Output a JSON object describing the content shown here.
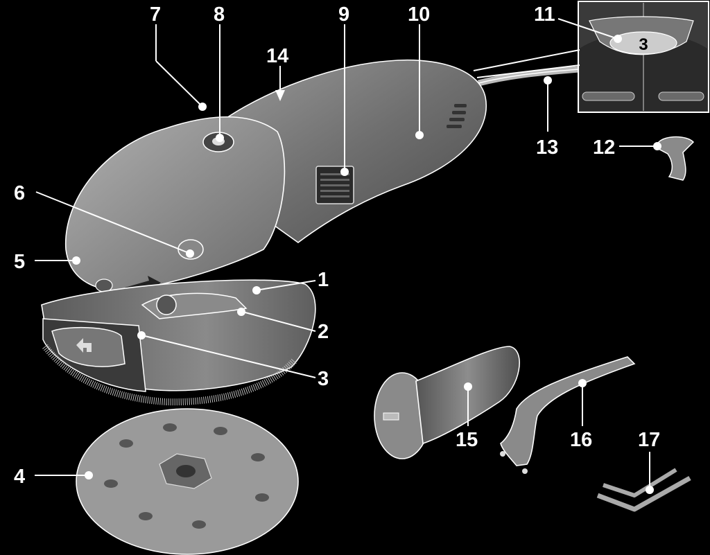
{
  "diagram": {
    "inset_dial_value": "3",
    "labels": [
      "1",
      "2",
      "3",
      "4",
      "5",
      "6",
      "7",
      "8",
      "9",
      "10",
      "11",
      "12",
      "13",
      "14",
      "15",
      "16",
      "17"
    ]
  }
}
